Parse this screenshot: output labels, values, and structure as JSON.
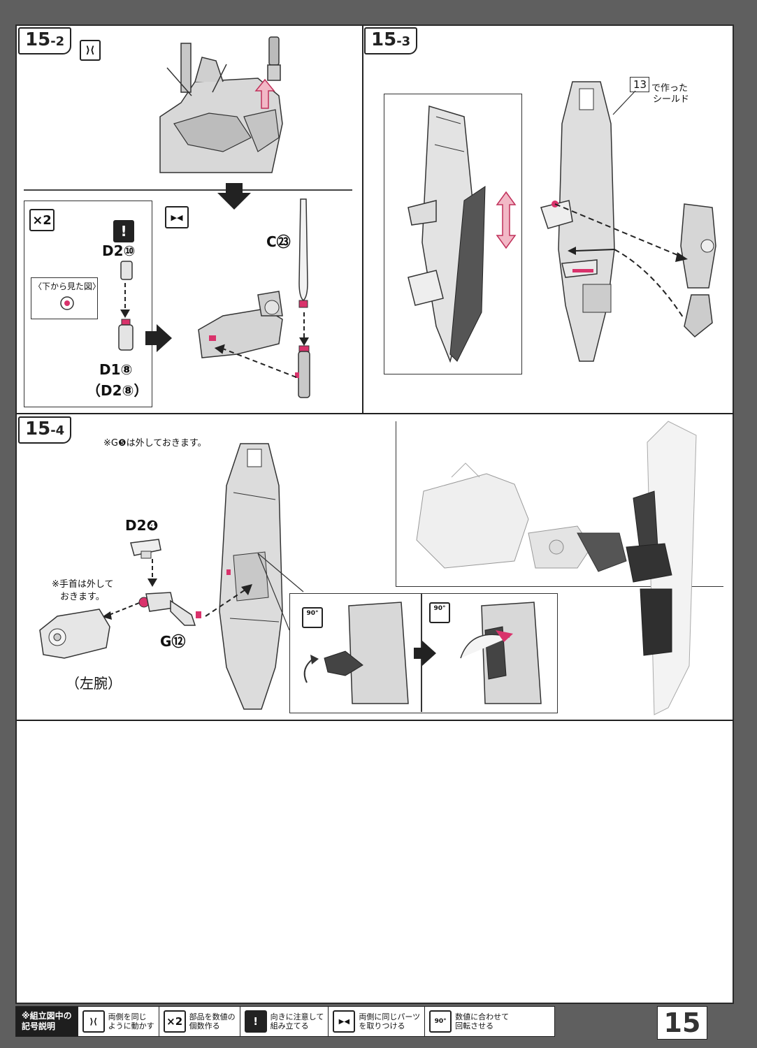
{
  "steps": {
    "s152": {
      "main": "15",
      "sub": "-2"
    },
    "s153": {
      "main": "15",
      "sub": "-3"
    },
    "s154": {
      "main": "15",
      "sub": "-4"
    }
  },
  "step152": {
    "times2": "×2",
    "caution": "!",
    "part_d2_10": "D2⑩",
    "bottom_view": "〈下から見た図〉",
    "part_d1_8": "D1⑧",
    "part_d2_8": "（D2⑧）",
    "part_c23": "C㉓"
  },
  "step153": {
    "ref_num": "13",
    "ref_text1": "で作った",
    "ref_text2": "シールド"
  },
  "step154": {
    "note_g5": "※G❺は外しておきます。",
    "part_d2_4": "D2❹",
    "note_wrist1": "※手首は外して",
    "note_wrist2": "おきます。",
    "part_g12": "G⑫",
    "left_arm": "（左腕）",
    "deg1": "90°",
    "deg2": "90°"
  },
  "legend": {
    "head1": "※組立図中の",
    "head2": "記号説明",
    "items": [
      {
        "icon": "⟩⟨",
        "l1": "両側を同じ",
        "l2": "ように動かす"
      },
      {
        "icon": "×2",
        "l1": "部品を数値の",
        "l2": "個数作る"
      },
      {
        "icon": "!",
        "l1": "向きに注意して",
        "l2": "組み立てる"
      },
      {
        "icon": "▶◀",
        "l1": "両側に同じパーツ",
        "l2": "を取りつける"
      },
      {
        "icon": "90°",
        "l1": "数値に合わせて",
        "l2": "回転させる"
      }
    ]
  },
  "page_number": "15"
}
